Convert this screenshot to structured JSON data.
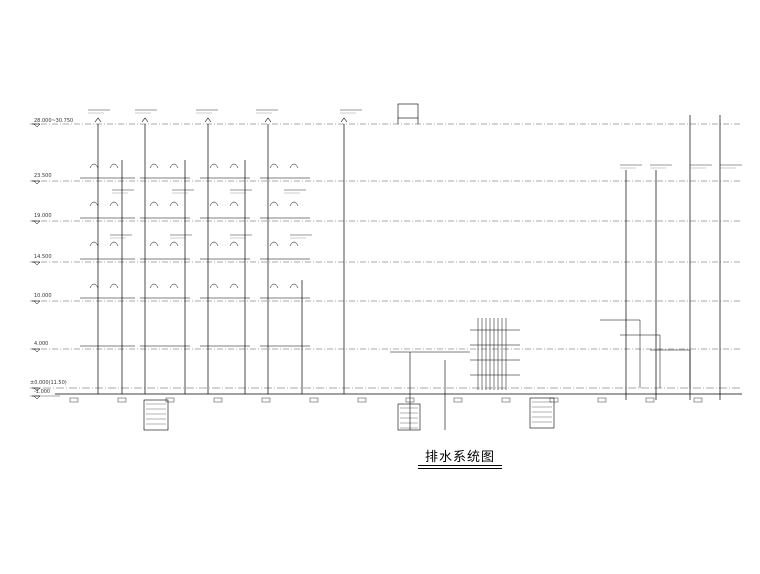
{
  "diagram": {
    "title": "排水系统图",
    "levels": [
      {
        "id": "roof",
        "label": "28.000~30.750"
      },
      {
        "id": "l5",
        "label": "23.500"
      },
      {
        "id": "l4",
        "label": "19.000"
      },
      {
        "id": "l3",
        "label": "14.500"
      },
      {
        "id": "l2",
        "label": "10.000"
      },
      {
        "id": "l1",
        "label": "4.000"
      },
      {
        "id": "ground",
        "label": "±0.000(11.50)"
      },
      {
        "id": "base",
        "label": "-1.000"
      }
    ]
  }
}
